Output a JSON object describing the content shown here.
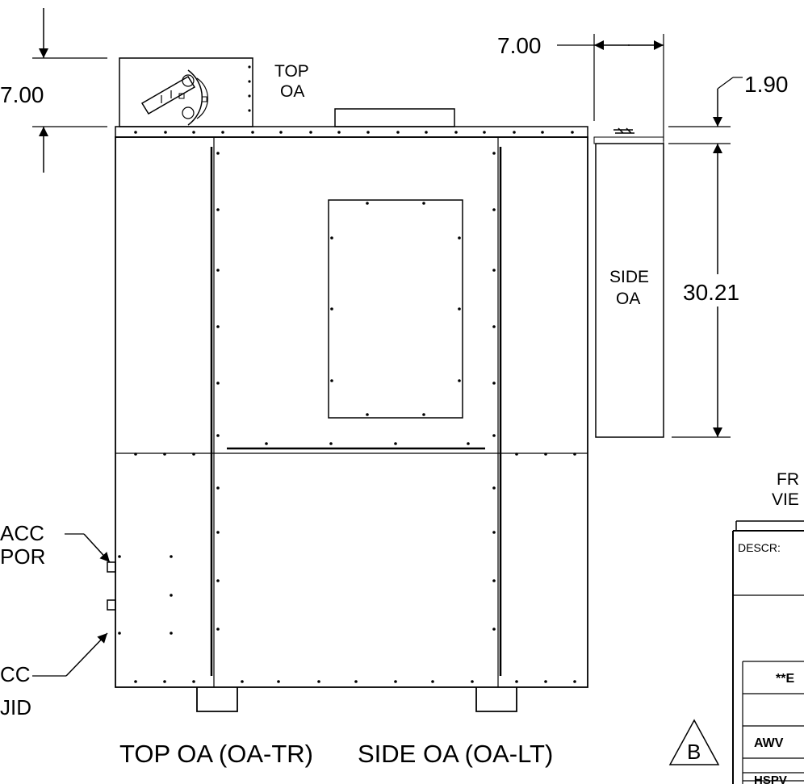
{
  "dimensions": {
    "top_height": "7.00",
    "top_width": "7.00",
    "side_offset": "1.90",
    "side_height": "30.21"
  },
  "labels": {
    "top_oa_line1": "TOP",
    "top_oa_line2": "OA",
    "side_oa_line1": "SIDE",
    "side_oa_line2": "OA",
    "vacc_vapor_line1": "ACC",
    "vacc_vapor_line2": "POR",
    "vacc_liquid_line1": "CC",
    "vacc_liquid_line2": "JID",
    "front_view_line1": "FR",
    "front_view_line2": "VIE",
    "caption_top": "TOP OA (OA-TR)",
    "caption_side": "SIDE OA (OA-LT)"
  },
  "title_block": {
    "descr_label": "DESCR:",
    "note_label": "**E",
    "revision_letter": "B",
    "awv_label": "AWV",
    "hspv_label": "HSPV"
  },
  "colors": {
    "line": "#000000",
    "background": "#ffffff"
  }
}
